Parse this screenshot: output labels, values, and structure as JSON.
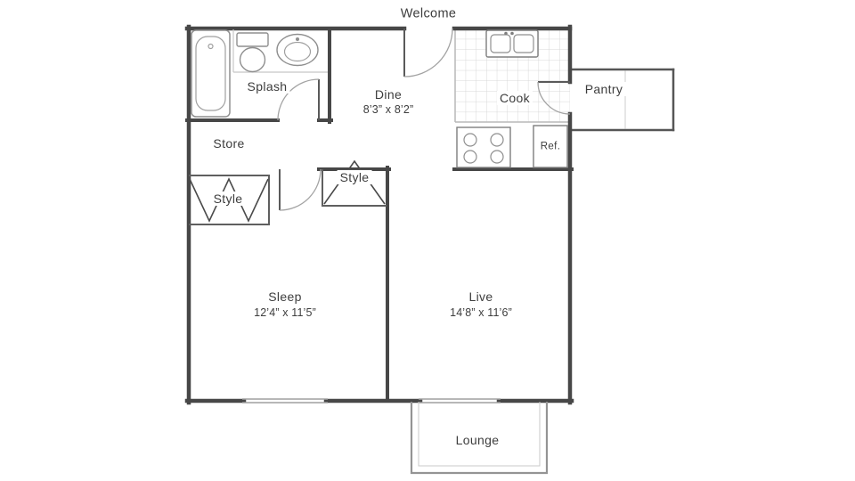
{
  "title": "Welcome",
  "colors": {
    "background": "#ffffff",
    "wall": "#474747",
    "fixture": "#8f8f8f",
    "tile_grid": "#d7d7d7",
    "text": "#3d3d3d"
  },
  "rooms": {
    "splash": {
      "name": "Splash"
    },
    "store": {
      "name": "Store"
    },
    "dine": {
      "name": "Dine",
      "dims": "8’3” x 8’2”"
    },
    "cook": {
      "name": "Cook"
    },
    "pantry": {
      "name": "Pantry"
    },
    "style_hall": {
      "name": "Style"
    },
    "style_bedroom": {
      "name": "Style"
    },
    "sleep": {
      "name": "Sleep",
      "dims": "12’4” x 11’5”"
    },
    "live": {
      "name": "Live",
      "dims": "14’8” x 11’6”"
    },
    "lounge": {
      "name": "Lounge"
    }
  },
  "fixtures": {
    "refrigerator": {
      "label": "Ref."
    }
  }
}
